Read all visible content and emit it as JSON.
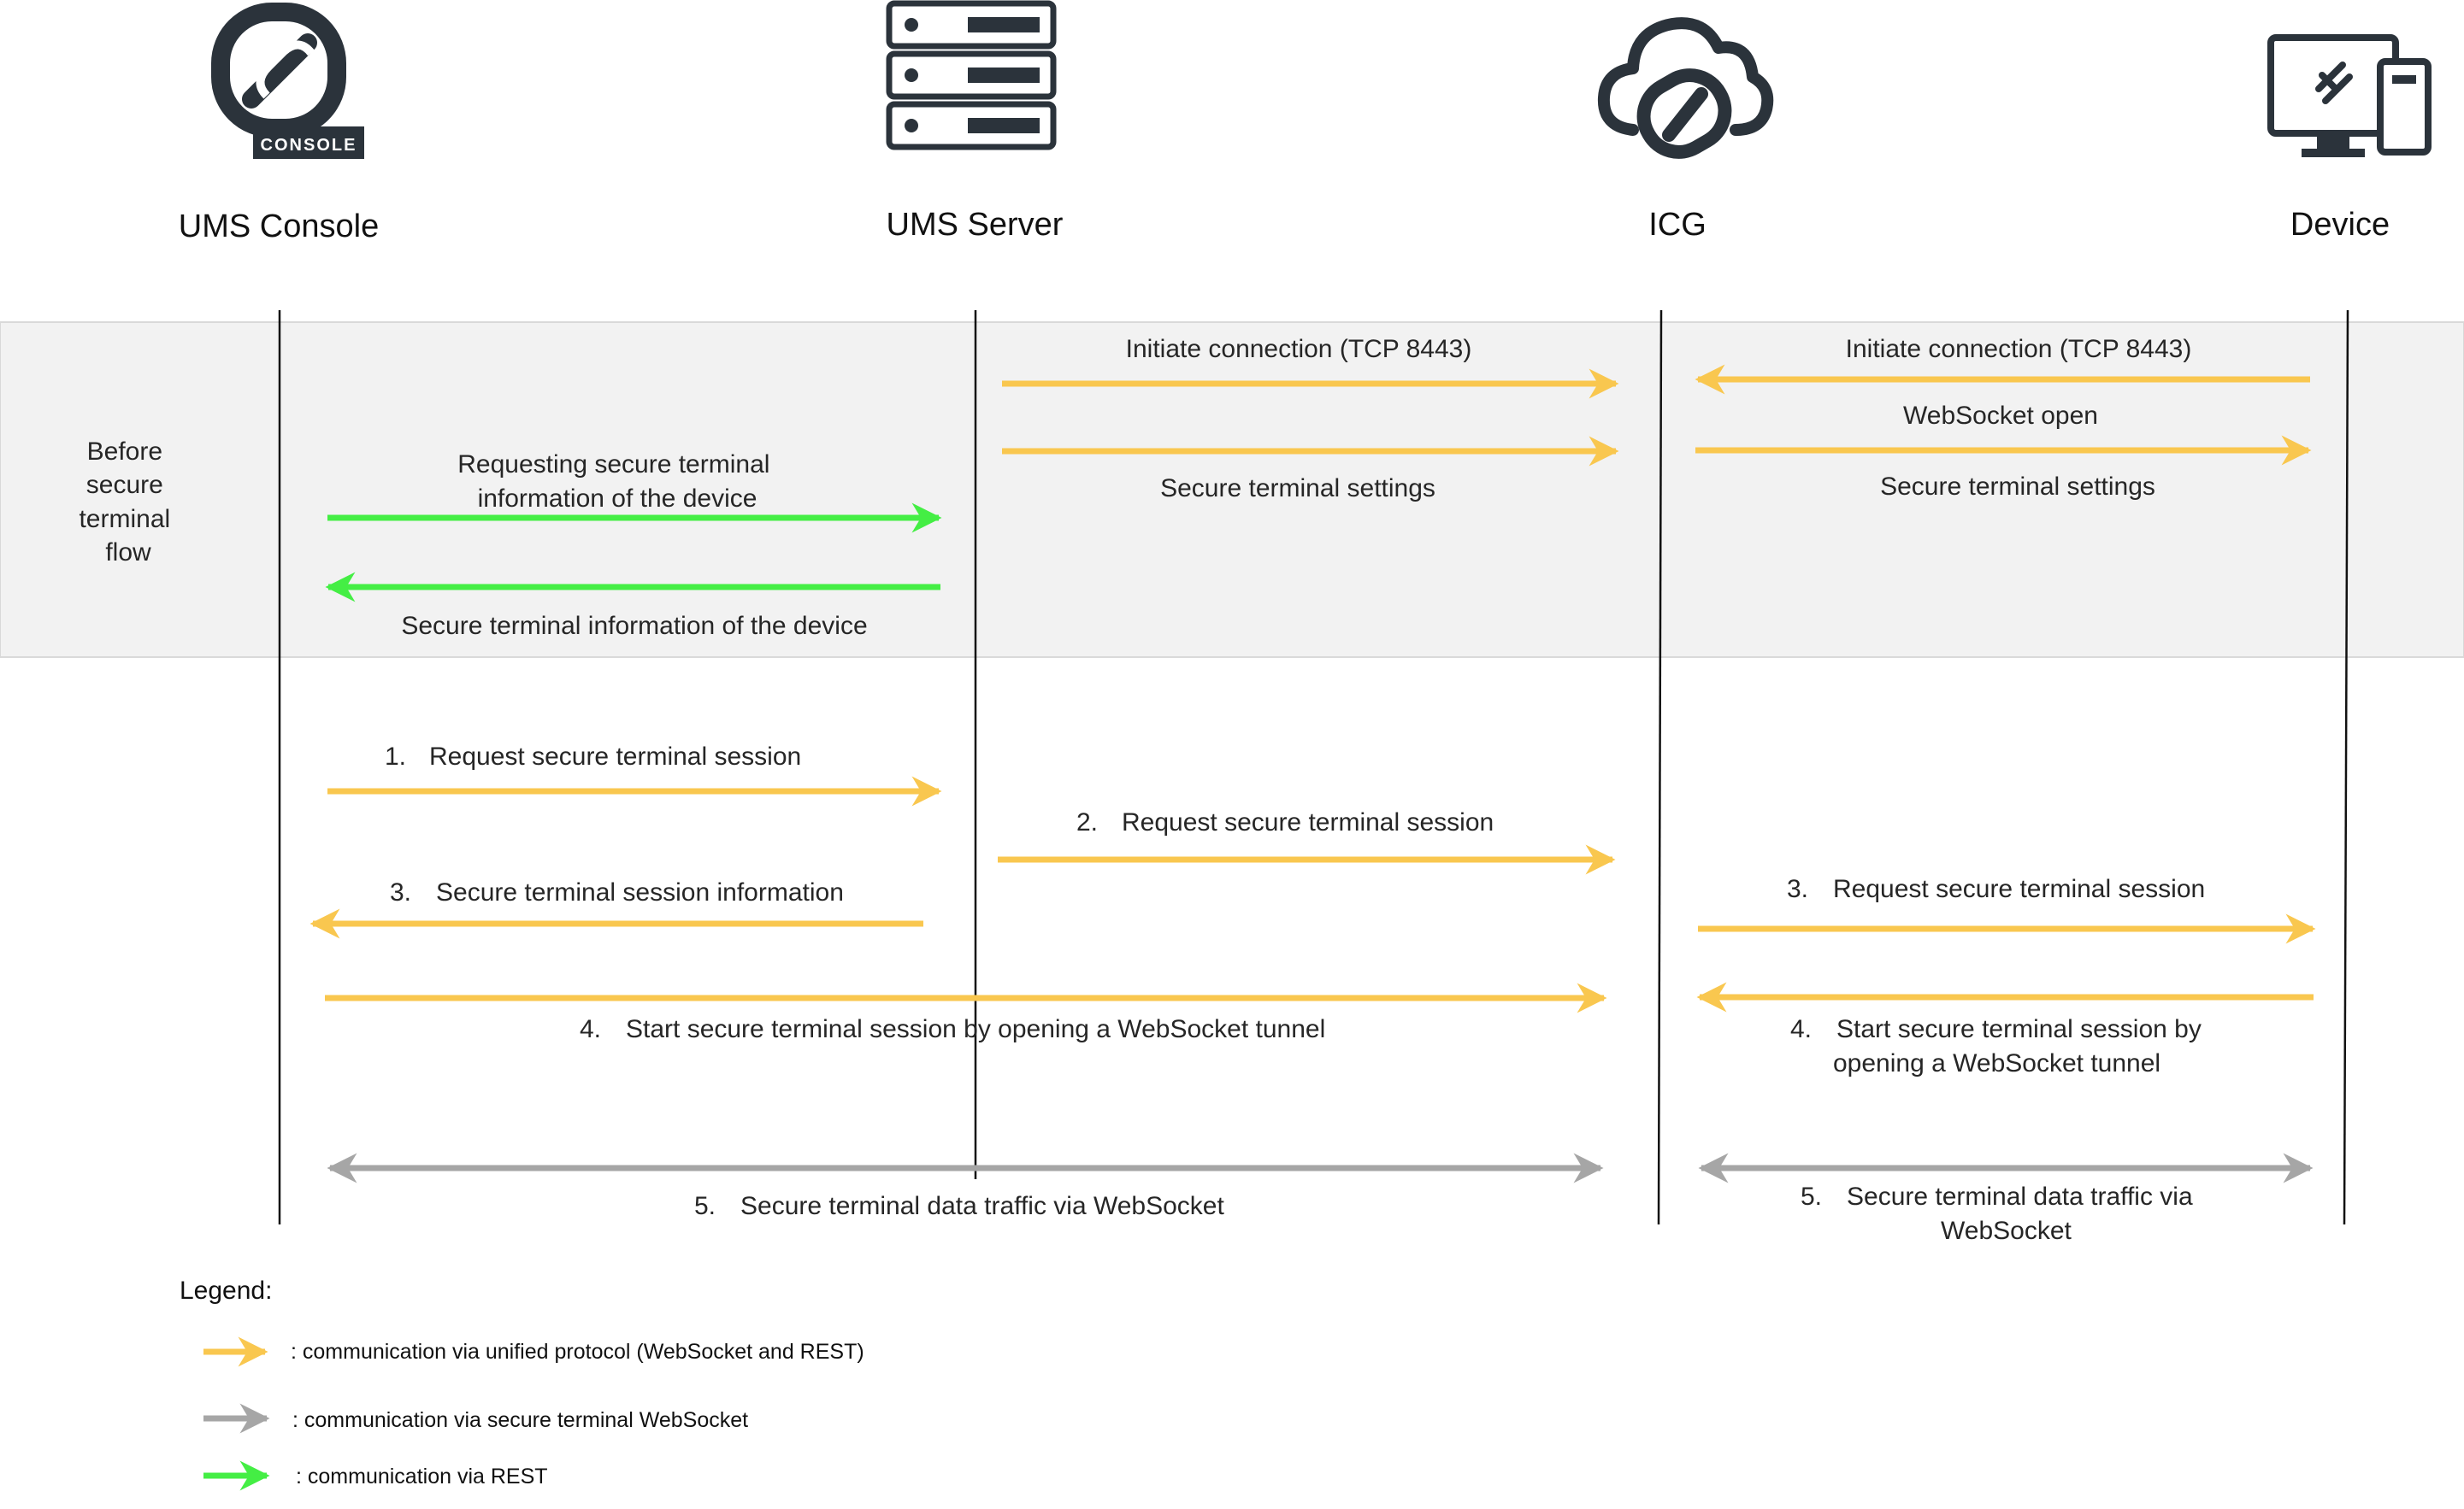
{
  "colors": {
    "unified": "#F9C74F",
    "secure_ws": "#A6A6A6",
    "rest": "#44EE44",
    "band_fill": "#F2F2F2",
    "lifeline": "#111111",
    "icon": "#2B333B"
  },
  "actors": [
    {
      "id": "console",
      "label": "UMS Console",
      "icon": "ums-console-logo",
      "badge": "CONSOLE"
    },
    {
      "id": "server",
      "label": "UMS Server",
      "icon": "server-rack-icon"
    },
    {
      "id": "icg",
      "label": "ICG",
      "icon": "cloud-gateway-icon"
    },
    {
      "id": "device",
      "label": "Device",
      "icon": "desktop-device-icon"
    }
  ],
  "phase_label": [
    "Before",
    "secure",
    "terminal",
    "flow"
  ],
  "messages": {
    "srv_icg_initiate": "Initiate connection (TCP 8443)",
    "srv_icg_settings": "Secure terminal settings",
    "dev_icg_initiate": "Initiate connection (TCP 8443)",
    "icg_dev_ws_open": "WebSocket open",
    "icg_dev_settings": "Secure terminal settings",
    "con_srv_request_info": [
      "Requesting secure terminal",
      "information of the device"
    ],
    "srv_con_info": "Secure terminal information of the device",
    "step1": {
      "num": "1.",
      "text": "Request secure terminal session"
    },
    "step2": {
      "num": "2.",
      "text": "Request secure terminal session"
    },
    "step3_left": {
      "num": "3.",
      "text": "Secure terminal session information"
    },
    "step3_right": {
      "num": "3.",
      "text": "Request secure terminal session"
    },
    "step4_left": {
      "num": "4.",
      "text": "Start secure terminal session by opening a WebSocket tunnel"
    },
    "step4_right": {
      "num": "4.",
      "lines": [
        "Start secure terminal session by",
        "opening a WebSocket tunnel"
      ]
    },
    "step5_left": {
      "num": "5.",
      "text": "Secure terminal data traffic via WebSocket"
    },
    "step5_right": {
      "num": "5.",
      "lines": [
        "Secure terminal data traffic via",
        "WebSocket"
      ]
    }
  },
  "legend": {
    "title": "Legend:",
    "items": [
      {
        "color_key": "unified",
        "text": ": communication via unified protocol (WebSocket and REST)"
      },
      {
        "color_key": "secure_ws",
        "text": ": communication via secure terminal WebSocket"
      },
      {
        "color_key": "rest",
        "text": ": communication via REST"
      }
    ]
  }
}
